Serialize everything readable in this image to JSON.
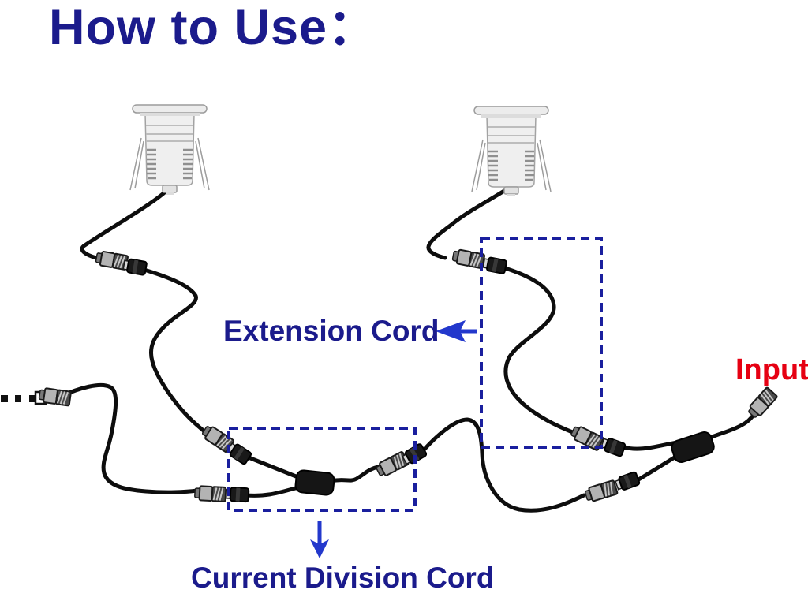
{
  "title": {
    "text": "How to Use："
  },
  "labels": {
    "extension_cord": "Extension Cord",
    "input": "Input",
    "current_division_cord": "Current Division Cord"
  },
  "icons": {
    "deck_light": "recessed-deck-light",
    "connector": "waterproof-cable-connector",
    "splitter": "y-splitter-body",
    "continuation": "ellipsis-dots"
  },
  "colors": {
    "navy": "#1b1b8c",
    "red": "#e60012",
    "arrow-blue": "#2338cc",
    "box-blue": "#1a1f9e",
    "cable": "#0d0d0d"
  }
}
